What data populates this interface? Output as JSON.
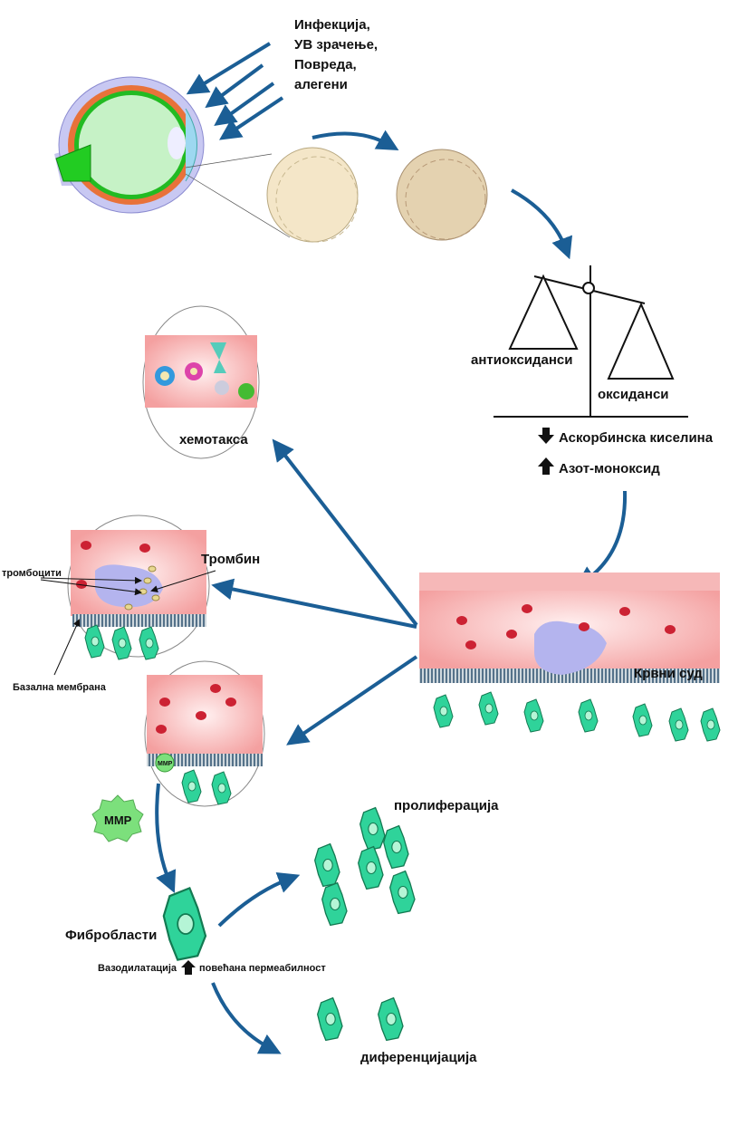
{
  "causes": [
    "Инфекција,",
    "УВ зрачење,",
    "Повреда,",
    "алегени"
  ],
  "balance": {
    "left_label": "антиоксиданси",
    "right_label": "оксиданси"
  },
  "markers": {
    "down": "Аскорбинска киселина",
    "up": "Азот-моноксид"
  },
  "vessel_label": "Крвни суд",
  "chemotaxis_label": "хемотакса",
  "thrombin_label": "Тромбин",
  "platelets_label": "тромбоцити",
  "basal_membrane_label": "Базална мембрана",
  "mmp_small": "MMP",
  "mmp_label": "MMP",
  "fibroblasts_label": "Фибробласти",
  "vasodilation": {
    "left": "Вазодилатација",
    "right": "повећана пермеабилност"
  },
  "proliferation_label": "пролиферација",
  "differentiation_label": "диференцијација",
  "colors": {
    "arrow": "#1b5e95",
    "vessel": "#f4a6a6",
    "cell": "#2fd39a",
    "membrane": "#4a6f8a"
  }
}
